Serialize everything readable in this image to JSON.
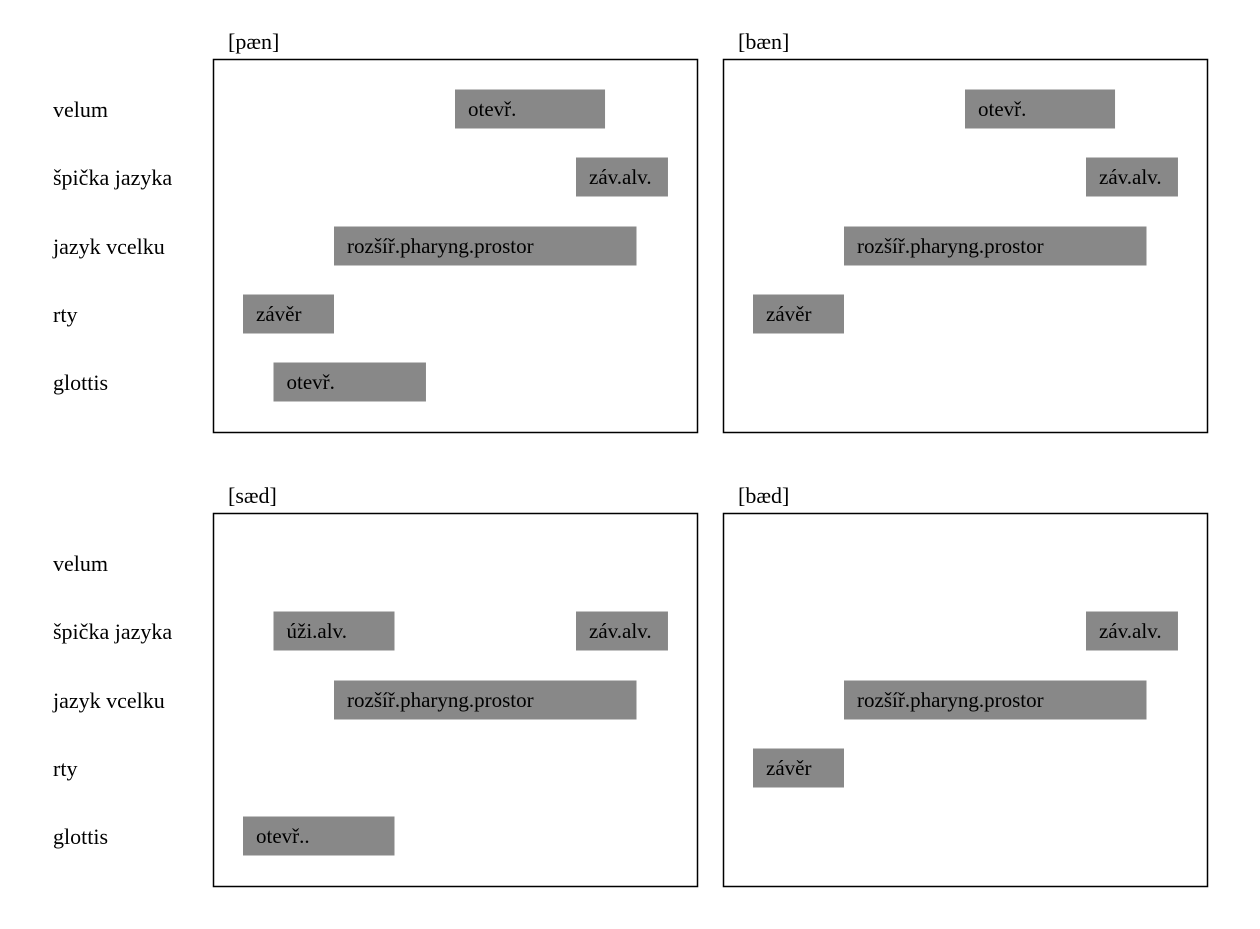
{
  "tiers": [
    "velum",
    "špička jazyka",
    "jazyk vcelku",
    "rty",
    "glottis"
  ],
  "panels": [
    {
      "title": "[pæn]",
      "gestures": [
        {
          "tier": 0,
          "label": "otevř.",
          "start": 0.5,
          "end": 0.81
        },
        {
          "tier": 1,
          "label": "záv.alv.",
          "start": 0.75,
          "end": 0.94
        },
        {
          "tier": 2,
          "label": "rozšíř.pharyng.prostor",
          "start": 0.25,
          "end": 0.875
        },
        {
          "tier": 3,
          "label": "závěr",
          "start": 0.062,
          "end": 0.25
        },
        {
          "tier": 4,
          "label": "otevř.",
          "start": 0.125,
          "end": 0.44
        }
      ]
    },
    {
      "title": "[bæn]",
      "gestures": [
        {
          "tier": 0,
          "label": "otevř.",
          "start": 0.5,
          "end": 0.81
        },
        {
          "tier": 1,
          "label": "záv.alv.",
          "start": 0.75,
          "end": 0.94
        },
        {
          "tier": 2,
          "label": "rozšíř.pharyng.prostor",
          "start": 0.25,
          "end": 0.875
        },
        {
          "tier": 3,
          "label": "závěr",
          "start": 0.062,
          "end": 0.25
        }
      ]
    },
    {
      "title": "[sæd]",
      "gestures": [
        {
          "tier": 1,
          "label": "úži.alv.",
          "start": 0.125,
          "end": 0.375
        },
        {
          "tier": 1,
          "label": "záv.alv.",
          "start": 0.75,
          "end": 0.94
        },
        {
          "tier": 2,
          "label": "rozšíř.pharyng.prostor",
          "start": 0.25,
          "end": 0.875
        },
        {
          "tier": 4,
          "label": "otevř..",
          "start": 0.062,
          "end": 0.375
        }
      ]
    },
    {
      "title": "[bæd]",
      "gestures": [
        {
          "tier": 1,
          "label": "záv.alv.",
          "start": 0.75,
          "end": 0.94
        },
        {
          "tier": 2,
          "label": "rozšíř.pharyng.prostor",
          "start": 0.25,
          "end": 0.875
        },
        {
          "tier": 3,
          "label": "závěr",
          "start": 0.062,
          "end": 0.25
        }
      ]
    }
  ],
  "colors": {
    "bar": "#888888",
    "frame": "#000000",
    "text": "#000000"
  }
}
